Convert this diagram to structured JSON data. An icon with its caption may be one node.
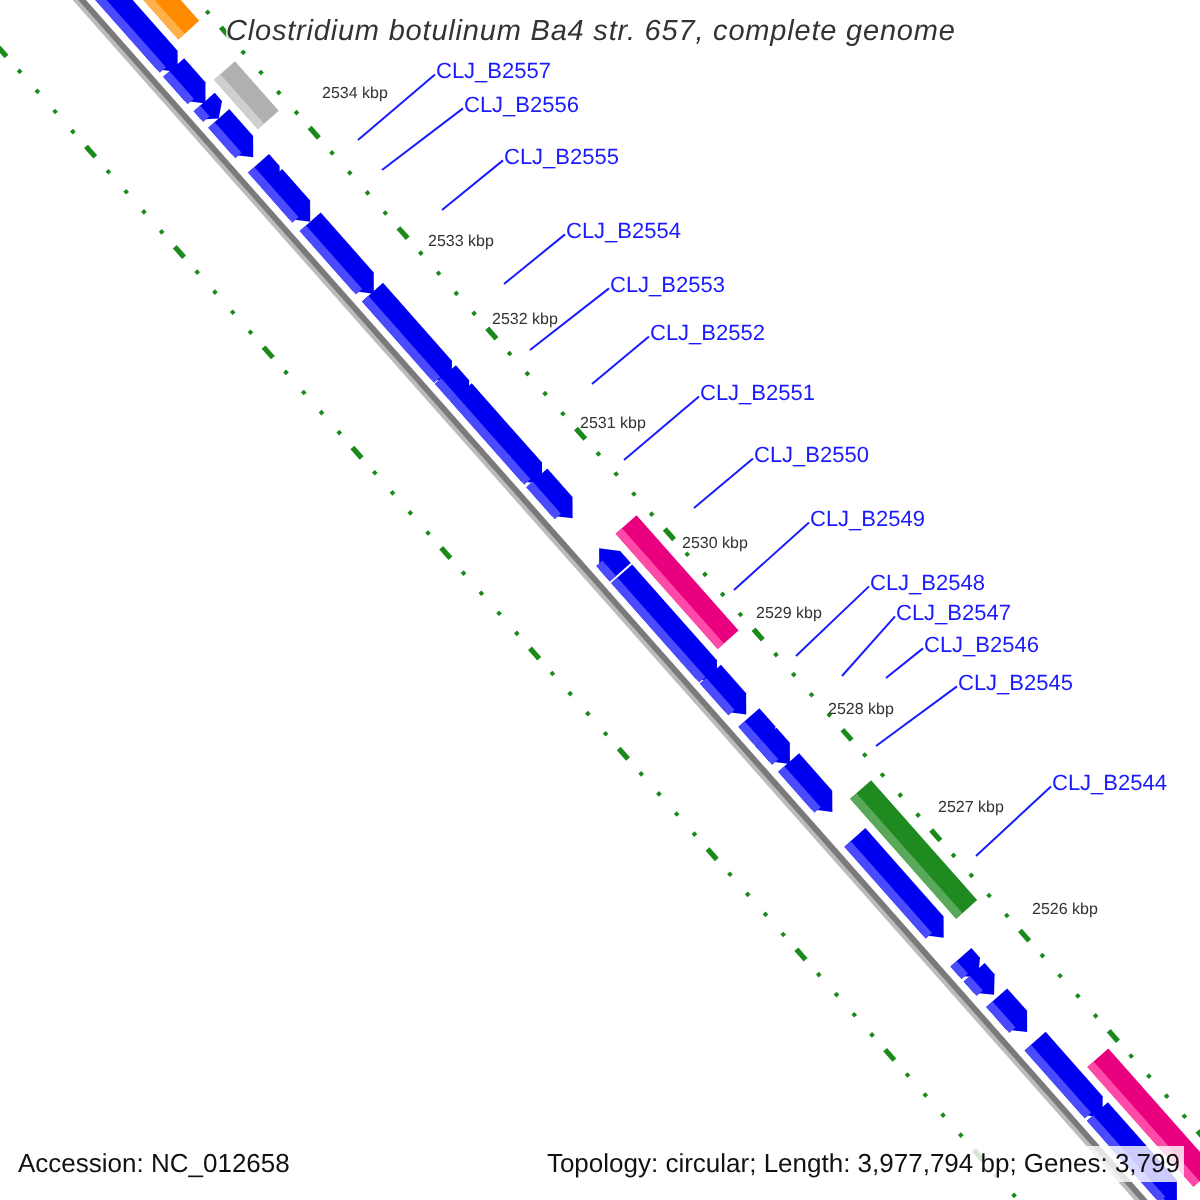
{
  "diagram": {
    "title": "Clostridium botulinum Ba4 str. 657, complete genome",
    "nodes": [
      {
        "text": [
          "CLJ_B2557"
        ]
      },
      {
        "text": [
          "CLJ_B2556"
        ]
      },
      {
        "text": [
          "CLJ_B2555"
        ]
      },
      {
        "text": [
          "CLJ_B2554"
        ]
      },
      {
        "text": [
          "CLJ_B2553"
        ]
      },
      {
        "text": [
          "CLJ_B2552"
        ]
      },
      {
        "text": [
          "CLJ_B2551"
        ]
      },
      {
        "text": [
          "CLJ_B2550"
        ]
      },
      {
        "text": [
          "CLJ_B2549"
        ]
      },
      {
        "text": [
          "CLJ_B2548"
        ]
      },
      {
        "text": [
          "CLJ_B2547"
        ]
      },
      {
        "text": [
          "CLJ_B2546"
        ]
      },
      {
        "text": [
          "CLJ_B2545"
        ]
      },
      {
        "text": [
          "CLJ_B2544"
        ]
      }
    ],
    "edges": [
      {
        "from": 0,
        "to": null,
        "arrow": "none"
      },
      {
        "from": 1,
        "to": null,
        "arrow": "none"
      },
      {
        "from": 2,
        "to": null,
        "arrow": "none"
      },
      {
        "from": 3,
        "to": null,
        "arrow": "none"
      },
      {
        "from": 4,
        "to": null,
        "arrow": "none"
      },
      {
        "from": 5,
        "to": null,
        "arrow": "none"
      },
      {
        "from": 6,
        "to": null,
        "arrow": "none"
      },
      {
        "from": 7,
        "to": null,
        "arrow": "none"
      },
      {
        "from": 8,
        "to": null,
        "arrow": "none"
      },
      {
        "from": 9,
        "to": null,
        "arrow": "none"
      },
      {
        "from": 10,
        "to": null,
        "arrow": "none"
      },
      {
        "from": 11,
        "to": null,
        "arrow": "none"
      },
      {
        "from": 12,
        "to": null,
        "arrow": "none"
      },
      {
        "from": 13,
        "to": null,
        "arrow": "none"
      }
    ],
    "labels": [
      "2534 kbp",
      "2533 kbp",
      "2532 kbp",
      "2531 kbp",
      "2530 kbp",
      "2529 kbp",
      "2528 kbp",
      "2527 kbp",
      "2526 kbp",
      "Accession: NC_012658",
      "Topology: circular; Length: 3,977,794 bp; Genes: 3,799"
    ]
  }
}
